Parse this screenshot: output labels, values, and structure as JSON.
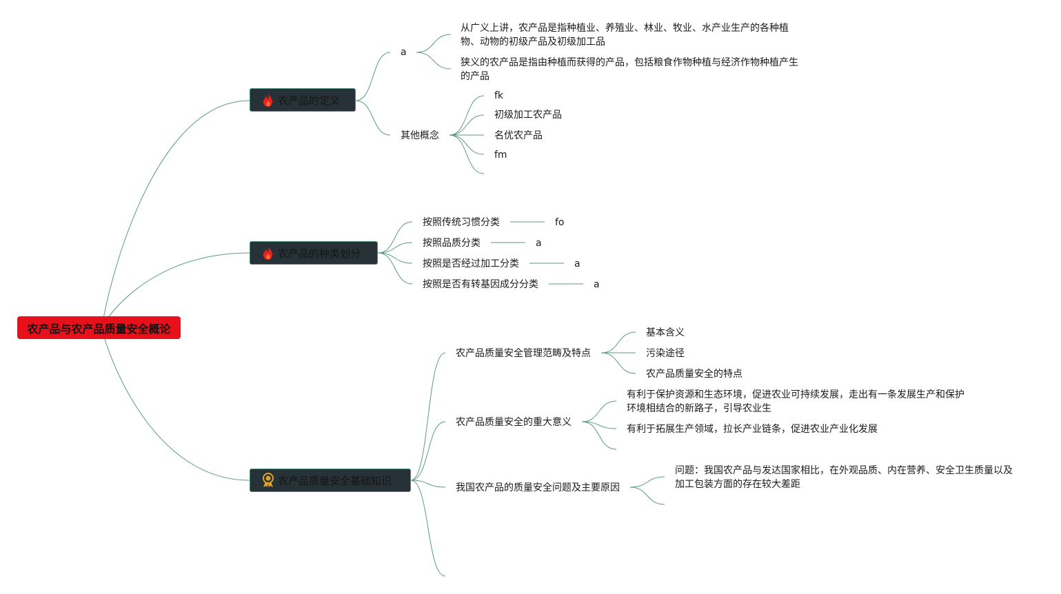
{
  "root": {
    "label": "农产品与农产品质量安全概论"
  },
  "branches": [
    {
      "label": "农产品的定义",
      "icon": "fire-icon",
      "children": [
        {
          "label": "a",
          "children": [
            {
              "label": "从广义上讲，农产品是指种植业、养殖业、林业、牧业、水产业生产的各种植物、动物的初级产品及初级加工品"
            },
            {
              "label": "狭义的农产品是指由种植而获得的产品，包括粮食作物种植与经济作物种植产生的产品"
            }
          ]
        },
        {
          "label": "其他概念",
          "children": [
            {
              "label": "fk"
            },
            {
              "label": "初级加工农产品"
            },
            {
              "label": "名优农产品"
            },
            {
              "label": "fm"
            },
            {
              "label": ""
            }
          ]
        }
      ]
    },
    {
      "label": "农产品的种类划分",
      "icon": "fire-icon",
      "children": [
        {
          "label": "按照传统习惯分类",
          "children": [
            {
              "label": "fo"
            }
          ]
        },
        {
          "label": "按照品质分类",
          "children": [
            {
              "label": "a"
            }
          ]
        },
        {
          "label": "按照是否经过加工分类",
          "children": [
            {
              "label": "a"
            }
          ]
        },
        {
          "label": "按照是否有转基因成分分类",
          "children": [
            {
              "label": "a"
            }
          ]
        }
      ]
    },
    {
      "label": "农产品质量安全基础知识",
      "icon": "award-ribbon-icon",
      "children": [
        {
          "label": "农产品质量安全管理范畴及特点",
          "children": [
            {
              "label": "基本含义"
            },
            {
              "label": "污染途径"
            },
            {
              "label": "农产品质量安全的特点"
            }
          ]
        },
        {
          "label": "农产品质量安全的重大意义",
          "children": [
            {
              "label": "有利于保护资源和生态环境，促进农业可持续发展，走出有一条发展生产和保护环境相结合的新路子，引导农业生"
            },
            {
              "label": "有利于拓展生产领域，拉长产业链条，促进农业产业化发展"
            },
            {
              "label": ""
            }
          ]
        },
        {
          "label": "我国农产品的质量安全问题及主要原因",
          "children": [
            {
              "label": "问题：我国农产品与发达国家相比，在外观品质、内在营养、安全卫生质量以及加工包装方面的存在较大差距"
            },
            {
              "label": ""
            }
          ]
        },
        {
          "label": ""
        }
      ]
    }
  ],
  "colors": {
    "root_fill": "#e8101a",
    "branch_fill": "#263238",
    "branch_border": "#4c8a76",
    "connector": "#5a9a82",
    "fire_icon": "#e8231a",
    "award_icon": "#e0a426"
  }
}
